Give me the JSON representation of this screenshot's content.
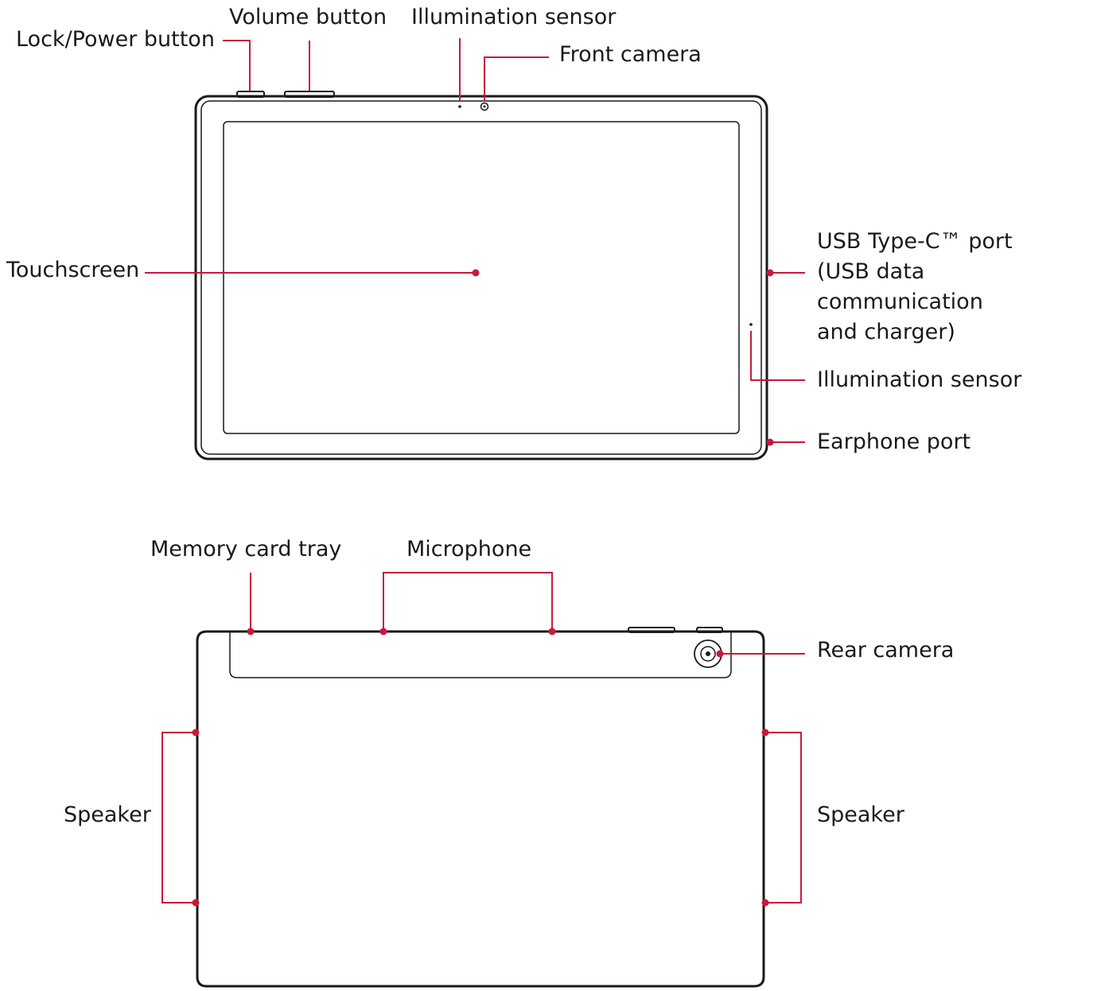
{
  "front_view": {
    "labels": {
      "lock_power_button": "Lock/Power button",
      "volume_button": "Volume button",
      "illumination_sensor_top": "Illumination sensor",
      "front_camera": "Front camera",
      "touchscreen": "Touchscreen",
      "usb_port_line1": "USB Type-C™ port",
      "usb_port_line2": "(USB data communication",
      "usb_port_line3": "and charger)",
      "illumination_sensor_side": "Illumination sensor",
      "earphone_port": "Earphone port"
    }
  },
  "rear_view": {
    "labels": {
      "memory_card_tray": "Memory card tray",
      "microphone": "Microphone",
      "rear_camera": "Rear camera",
      "speaker_left": "Speaker",
      "speaker_right": "Speaker"
    }
  },
  "colors": {
    "callout": "#c8193c",
    "outline": "#1a1a1a"
  }
}
